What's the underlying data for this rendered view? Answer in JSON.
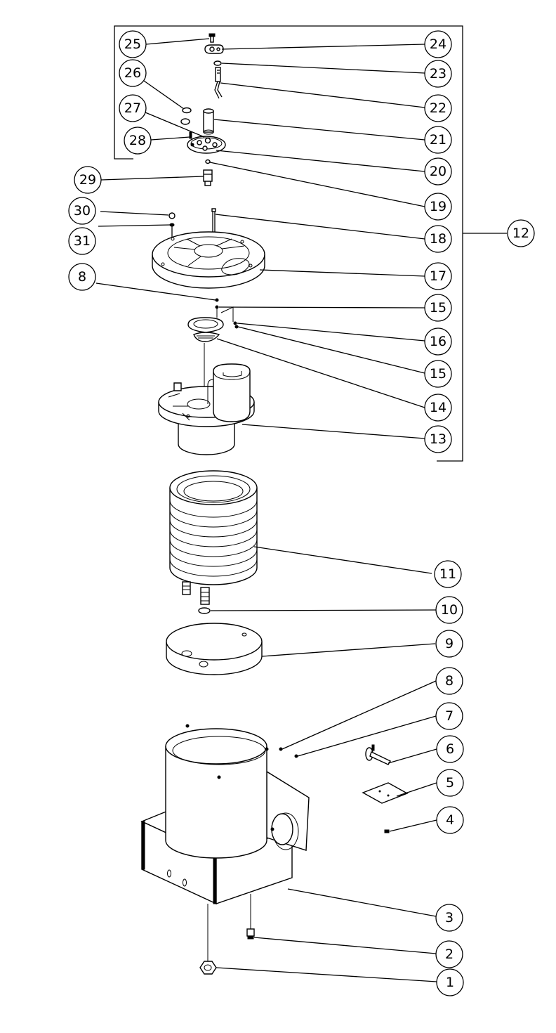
{
  "callouts": [
    {
      "id": "c25",
      "label": "25"
    },
    {
      "id": "c24",
      "label": "24"
    },
    {
      "id": "c23",
      "label": "23"
    },
    {
      "id": "c26",
      "label": "26"
    },
    {
      "id": "c22",
      "label": "22"
    },
    {
      "id": "c27",
      "label": "27"
    },
    {
      "id": "c21",
      "label": "21"
    },
    {
      "id": "c28",
      "label": "28"
    },
    {
      "id": "c20",
      "label": "20"
    },
    {
      "id": "c29",
      "label": "29"
    },
    {
      "id": "c19",
      "label": "19"
    },
    {
      "id": "c30",
      "label": "30"
    },
    {
      "id": "c12",
      "label": "12"
    },
    {
      "id": "c31",
      "label": "31"
    },
    {
      "id": "c18",
      "label": "18"
    },
    {
      "id": "c17",
      "label": "17"
    },
    {
      "id": "c8a",
      "label": "8"
    },
    {
      "id": "c15a",
      "label": "15"
    },
    {
      "id": "c16",
      "label": "16"
    },
    {
      "id": "c15b",
      "label": "15"
    },
    {
      "id": "c14",
      "label": "14"
    },
    {
      "id": "c13",
      "label": "13"
    },
    {
      "id": "c11",
      "label": "11"
    },
    {
      "id": "c10",
      "label": "10"
    },
    {
      "id": "c9",
      "label": "9"
    },
    {
      "id": "c8b",
      "label": "8"
    },
    {
      "id": "c7",
      "label": "7"
    },
    {
      "id": "c6",
      "label": "6"
    },
    {
      "id": "c5",
      "label": "5"
    },
    {
      "id": "c4",
      "label": "4"
    },
    {
      "id": "c3",
      "label": "3"
    },
    {
      "id": "c2",
      "label": "2"
    },
    {
      "id": "c1",
      "label": "1"
    }
  ]
}
